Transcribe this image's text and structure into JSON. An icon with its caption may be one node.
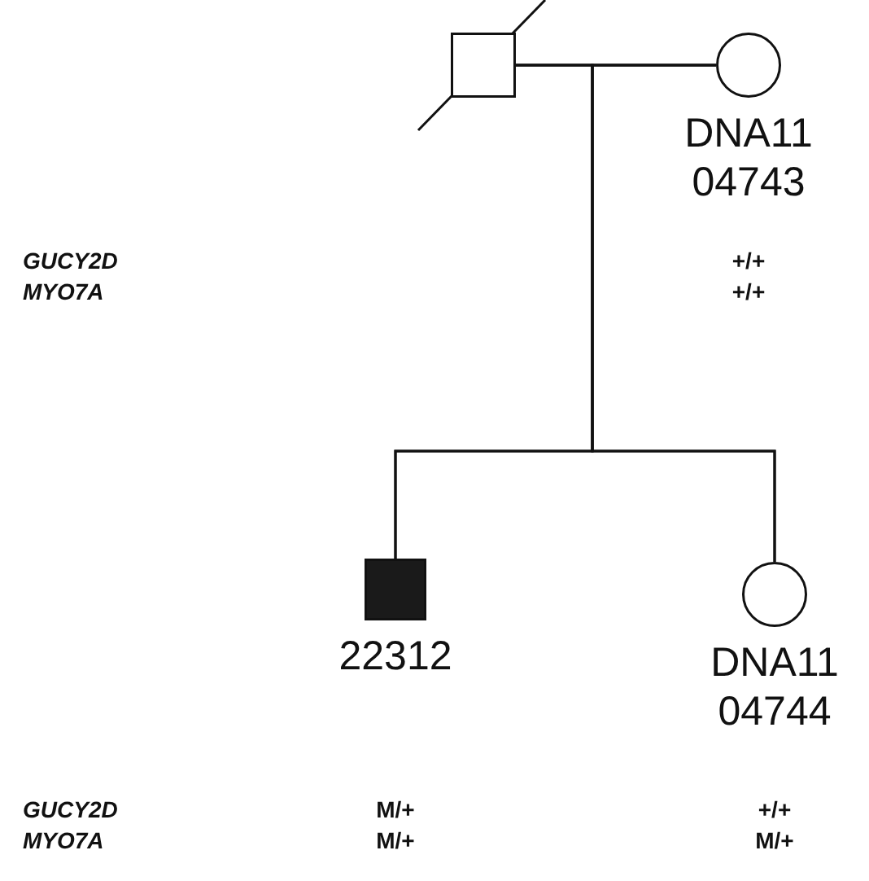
{
  "diagram": {
    "nodes": [
      {
        "text": [],
        "shape": "box"
      },
      {
        "text": [],
        "shape": "circle",
        "beside": [
          "DNA11 04743",
          "+/+",
          "+/+"
        ]
      },
      {
        "text": [],
        "shape": "box",
        "beside": [
          "22312",
          "M/+",
          "M/+"
        ]
      },
      {
        "text": [],
        "shape": "circle",
        "beside": [
          "DNA11 04744",
          "+/+",
          "M/+"
        ]
      }
    ],
    "edges": [
      {
        "from": 0,
        "to": 1,
        "arrow": "none"
      },
      {
        "from": 0,
        "to": 2,
        "arrow": "none"
      },
      {
        "from": 1,
        "to": 2,
        "arrow": "none"
      },
      {
        "from": 0,
        "to": 3,
        "arrow": "none"
      },
      {
        "from": 1,
        "to": 3,
        "arrow": "none"
      }
    ],
    "labels": [
      "GUCY2D",
      "MYO7A",
      "GUCY2D",
      "MYO7A"
    ]
  }
}
